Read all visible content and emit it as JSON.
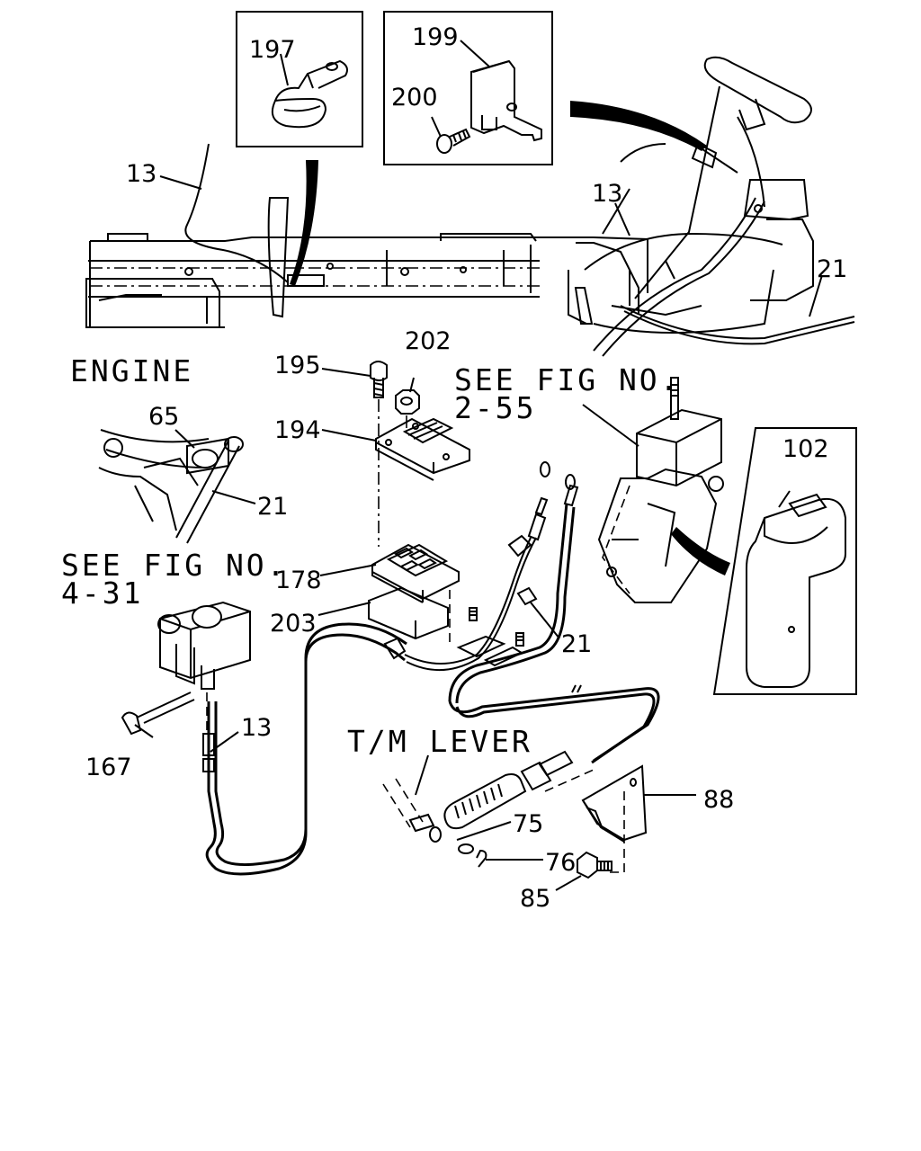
{
  "labels": {
    "engine": "ENGINE",
    "see_fig_1": "SEE FIG NO.",
    "see_fig_1_num": "2-55",
    "see_fig_2": "SEE FIG NO.",
    "see_fig_2_num": "4-31",
    "tm_lever": "T/M LEVER"
  },
  "callouts": {
    "p197": "197",
    "p199": "199",
    "p200": "200",
    "p13a": "13",
    "p13b": "13",
    "p13c": "13",
    "p21a": "21",
    "p21b": "21",
    "p21c": "21",
    "p202": "202",
    "p195": "195",
    "p194": "194",
    "p65": "65",
    "p102": "102",
    "p178": "178",
    "p203": "203",
    "p167": "167",
    "p88": "88",
    "p75": "75",
    "p76": "76",
    "p85": "85"
  }
}
